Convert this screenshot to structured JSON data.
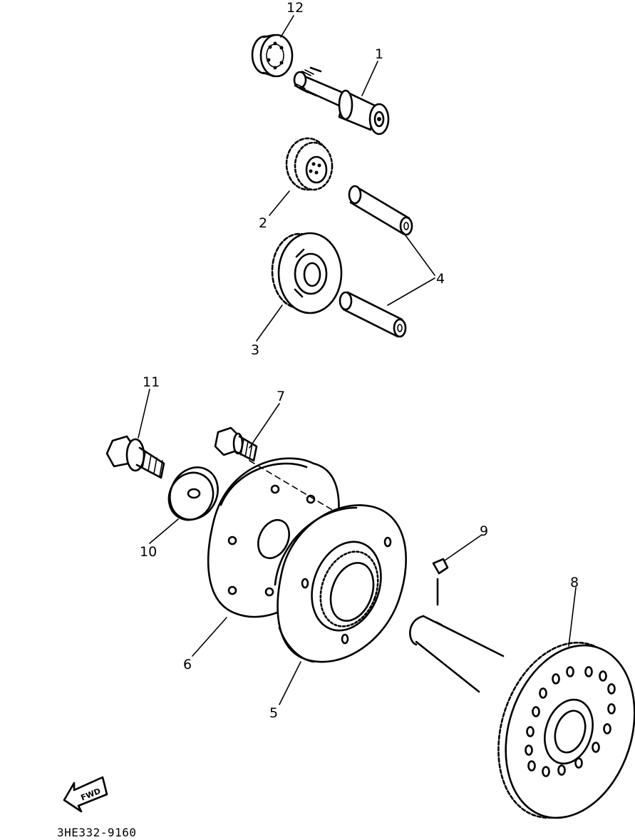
{
  "labels": {
    "p1": "1",
    "p2": "2",
    "p3": "3",
    "p4": "4",
    "p5": "5",
    "p6": "6",
    "p7": "7",
    "p8": "8",
    "p9": "9",
    "p10": "10",
    "p11": "11",
    "p12": "12"
  },
  "fwd_arrow_text": "FWD",
  "diagram_code": "3HE332-9160"
}
